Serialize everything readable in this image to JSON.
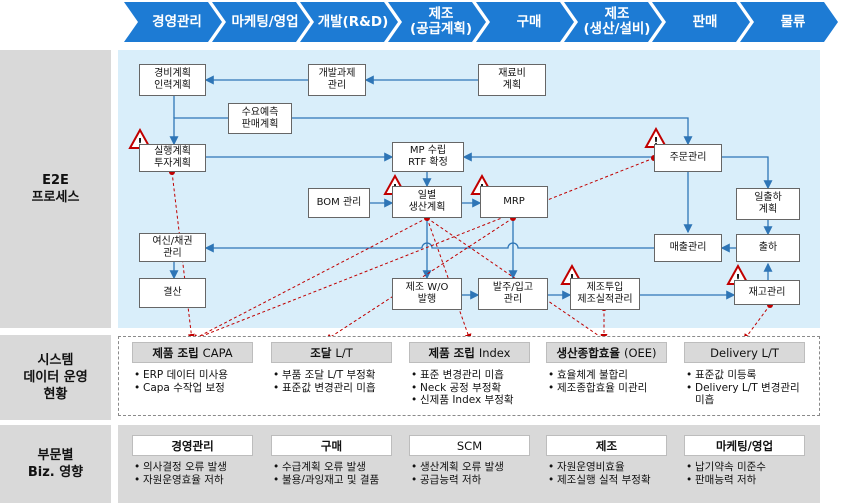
{
  "colors": {
    "chevron": "#1d7bd4",
    "e2e_bg": "#d9eefa",
    "label_bg": "#d9d9d9",
    "box_header": "#d9d9d9",
    "arrow_blue": "#2e75b6",
    "arrow_red": "#c00000",
    "warn": "#c00000"
  },
  "chevrons": [
    "경영관리",
    "마케팅/영업",
    "개발(R&D)",
    "제조\n(공급계획)",
    "구매",
    "제조\n(생산/설비)",
    "판매",
    "물류"
  ],
  "row_labels": {
    "e2e": "E2E\n프로세스",
    "system": "시스템\n데이터 운영\n현황",
    "biz": "부문별\nBiz. 영향"
  },
  "nodes": {
    "biz_plan": "경비계획\n인력계획",
    "dev_mgmt": "개발과제\n관리",
    "material_plan": "재료비\n계획",
    "demand": "수요예측\n판매계획",
    "exec_plan": "실행계획\n투자계획",
    "mp": "MP 수립\nRTF 확정",
    "order": "주문관리",
    "bom": "BOM 관리",
    "daily_plan": "일별\n생산계획",
    "mrp": "MRP",
    "ship_plan": "일출하\n계획",
    "credit": "여신/채권\n관리",
    "sales": "매출관리",
    "shipping": "출하",
    "settle": "결산",
    "wo": "제조 W/O\n발행",
    "po": "발주/입고\n관리",
    "input": "제조투입\n제조실적관리",
    "inventory": "재고관리"
  },
  "system_boxes": [
    {
      "bold": "제품 조립",
      "normal": "CAPA",
      "items": [
        "ERP 데이터 미사용",
        "Capa 수작업 보정"
      ]
    },
    {
      "bold": "조달",
      "normal": "L/T",
      "items": [
        "부품 조달 L/T 부정확",
        "표준값 변경관리 미흡"
      ]
    },
    {
      "bold": "제품 조립",
      "normal": "Index",
      "items": [
        "표준 변경관리 미흡",
        "Neck 공정 부정확",
        "신제품 Index 부정확"
      ]
    },
    {
      "bold": "생산종합효율",
      "normal": "(OEE)",
      "items": [
        "효율체계 불합리",
        "제조종합효율 미관리"
      ]
    },
    {
      "bold": "",
      "normal": "Delivery L/T",
      "items": [
        "표준값 미등록",
        "Delivery L/T 변경관리\n미흡"
      ]
    }
  ],
  "biz_boxes": [
    {
      "title": "경영관리",
      "items": [
        "의사결정 오류 발생",
        "자원운영효율 저하"
      ]
    },
    {
      "title": "구매",
      "items": [
        "수급계획 오류 발생",
        "불용/과잉재고 및 결품"
      ]
    },
    {
      "title": "SCM",
      "items": [
        "생산계획 오류 발생",
        "공급능력 저하"
      ]
    },
    {
      "title": "제조",
      "items": [
        "자원운영비효율",
        "제조실행 실적 부정확"
      ]
    },
    {
      "title": "마케팅/영업",
      "items": [
        "납기약속 미준수",
        "판매능력 저하"
      ]
    }
  ]
}
